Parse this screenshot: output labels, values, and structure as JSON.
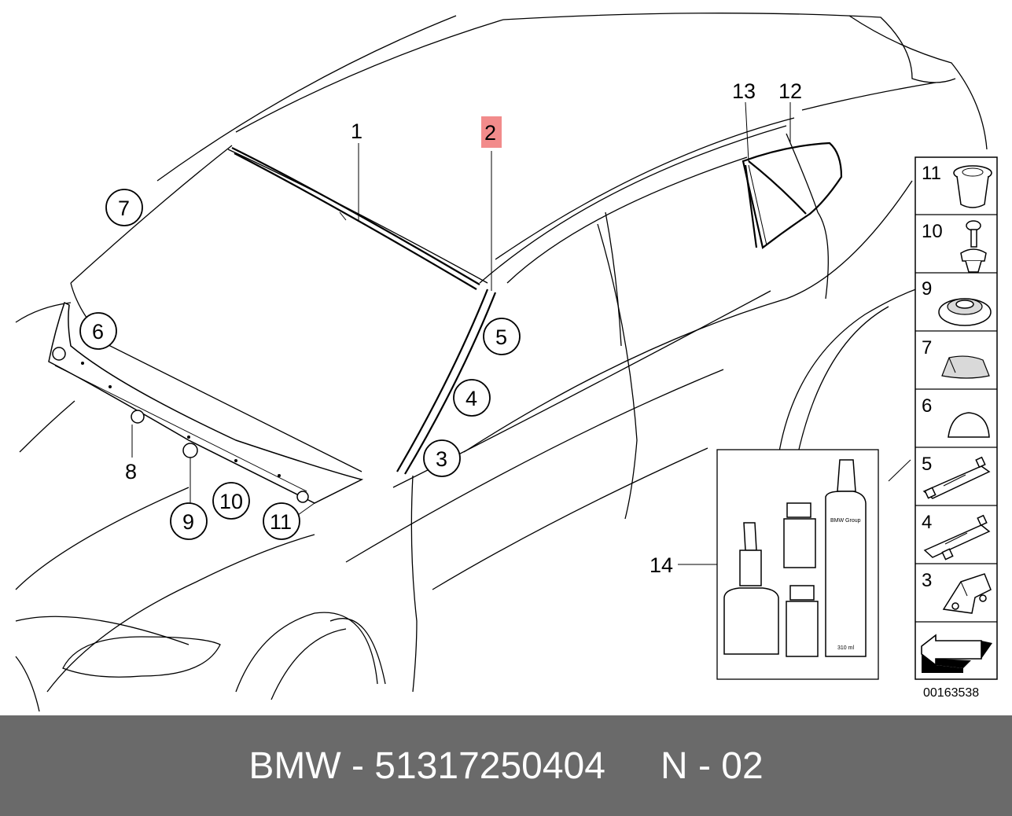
{
  "diagram": {
    "callouts": {
      "c1": "1",
      "c2": "2",
      "c3": "3",
      "c4": "4",
      "c5": "5",
      "c6": "6",
      "c7": "7",
      "c8": "8",
      "c9": "9",
      "c10": "10",
      "c11": "11",
      "c12": "12",
      "c13": "13",
      "c14": "14"
    },
    "highlight_color": "#f28b8b",
    "legend": [
      "11",
      "10",
      "9",
      "7",
      "6",
      "5",
      "4",
      "3"
    ],
    "kit_labels": {
      "tube_brand": "BMW Group",
      "tube_volume": "310 ml"
    },
    "diagram_id": "00163538"
  },
  "footer": {
    "brand_part": "BMW - 51317250404",
    "page": "N - 02"
  }
}
